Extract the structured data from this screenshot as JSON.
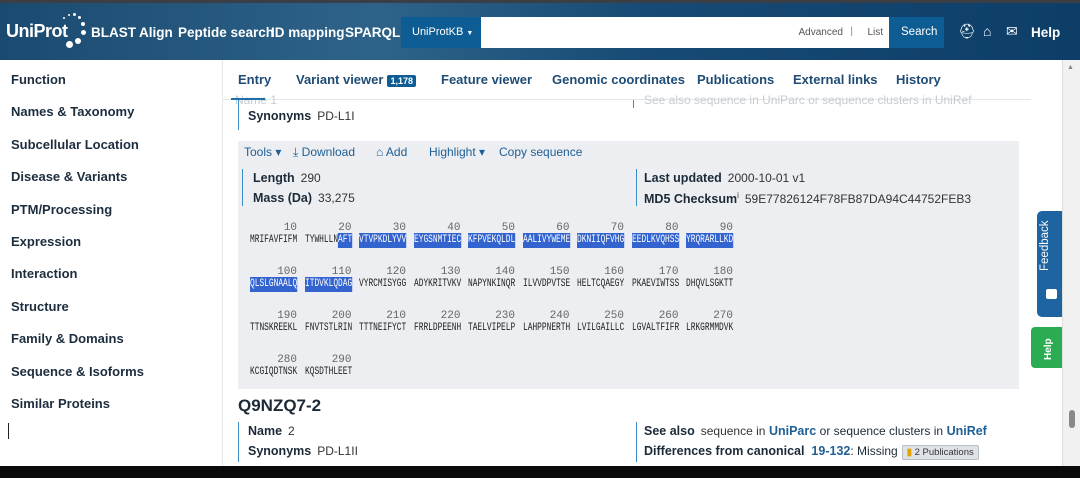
{
  "header": {
    "logo": "UniProt",
    "nav": [
      "BLAST",
      "Align",
      "Peptide search",
      "ID mapping",
      "SPARQL"
    ],
    "db_select": "UniProtKB",
    "search_placeholder": "",
    "advanced": "Advanced",
    "separator": "|",
    "list": "List",
    "search_button": "Search",
    "help": "Help",
    "icons": [
      "toolbox-icon",
      "basket-icon",
      "envelope-icon"
    ]
  },
  "sidebar": {
    "items": [
      "Function",
      "Names & Taxonomy",
      "Subcellular Location",
      "Disease & Variants",
      "PTM/Processing",
      "Expression",
      "Interaction",
      "Structure",
      "Family & Domains",
      "Sequence & Isoforms",
      "Similar Proteins"
    ]
  },
  "tabs": [
    {
      "label": "Entry"
    },
    {
      "label": "Variant viewer",
      "badge": "1,178"
    },
    {
      "label": "Feature viewer"
    },
    {
      "label": "Genomic coordinates"
    },
    {
      "label": "Publications"
    },
    {
      "label": "External links"
    },
    {
      "label": "History"
    }
  ],
  "isoform1": {
    "name_label": "Name",
    "name": "1",
    "see_also_label": "See also",
    "see_also_text": "sequence in UniParc or sequence clusters in UniRef",
    "synonyms_label": "Synonyms",
    "synonyms": "PD-L1I"
  },
  "toolbar": {
    "tools": "Tools ▾",
    "download": "Download",
    "add": "Add",
    "highlight": "Highlight ▾",
    "copy": "Copy sequence"
  },
  "seqinfo": {
    "length_label": "Length",
    "length": "290",
    "mass_label": "Mass (Da)",
    "mass": "33,275",
    "updated_label": "Last updated",
    "updated": "2000-10-01 v1",
    "md5_label": "MD5 Checksum",
    "md5_sup": "i",
    "md5": "59E77826124F78FB87DA94C44752FEB3"
  },
  "sequence": {
    "blocks": [
      "MRIFAVFIFM",
      "TYWHLLNAFT",
      "VTVPKDLYVV",
      "EYGSNMTIEC",
      "KFPVEKQLDL",
      "AALIVYWEME",
      "DKNIIQFVHG",
      "EEDLKVQHSS",
      "YRQRARLLKD",
      "QLSLGNAALQ",
      "ITDVKLQDAG",
      "VYRCMISYGG",
      "ADYKRITVKV",
      "NAPYNKINQR",
      "ILVVDPVTSE",
      "HELTCQAEGY",
      "PKAEVIWTSS",
      "DHQVLSGKTT",
      "TTNSKREEKL",
      "FNVTSTLRIN",
      "TTTNEIFYCT",
      "FRRLDPEENH",
      "TAELVIPELP",
      "LAHPPNERTH",
      "LVILGAILLC",
      "LGVALTFIFR",
      "LRKGRMMDVK",
      "KCGIQDTNSK",
      "KQSDTHLEET"
    ],
    "highlight_start": 18,
    "highlight_end": 110,
    "highlight_color": "#3263cf"
  },
  "isoform2": {
    "accession": "Q9NZQ7-2",
    "name_label": "Name",
    "name": "2",
    "synonyms_label": "Synonyms",
    "synonyms": "PD-L1II",
    "see_also_label": "See also",
    "see_also_pre": "sequence in",
    "uniparc": "UniParc",
    "see_also_mid": "or sequence clusters in",
    "uniref": "UniRef",
    "diff_label": "Differences from canonical",
    "diff_range": "19-132",
    "diff_text": ": Missing",
    "pubs": "2 Publications"
  },
  "widgets": {
    "feedback": "Feedback",
    "help": "Help"
  }
}
